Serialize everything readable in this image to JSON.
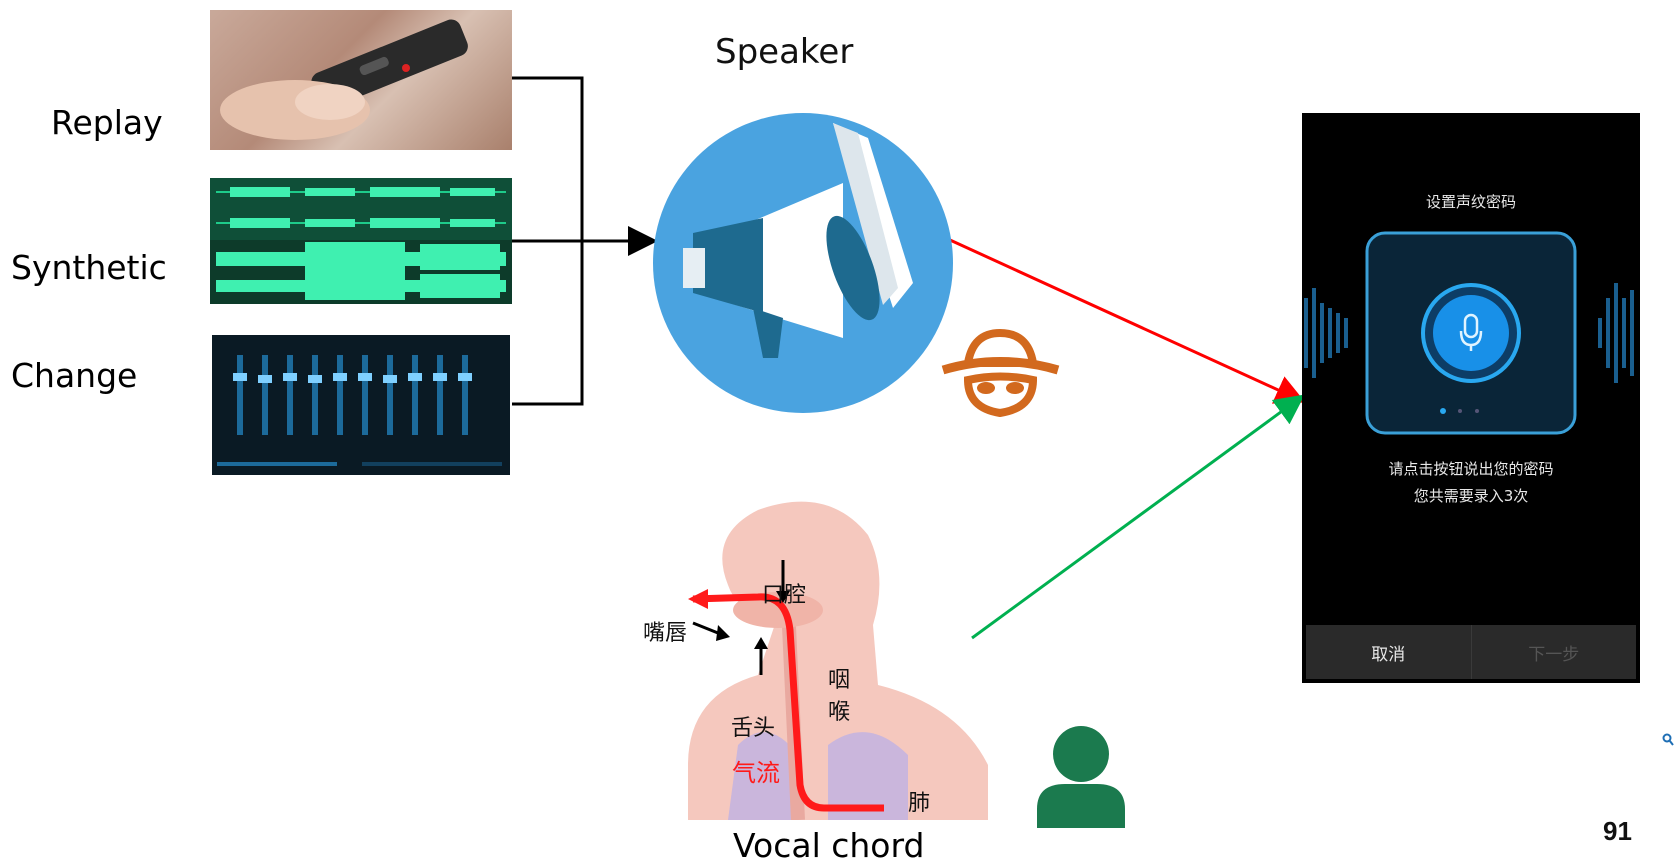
{
  "labels": {
    "replay": "Replay",
    "synthetic": "Synthetic",
    "change": "Change",
    "speaker": "Speaker",
    "vocal_chord": "Vocal chord",
    "page_number": "91"
  },
  "phone": {
    "title": "设置声纹密码",
    "instruction_line1": "请点击按钮说出您的密码",
    "instruction_line2": "您共需要录入3次",
    "cancel_button": "取消",
    "next_button": "下一步"
  },
  "anatomy": {
    "lips": "嘴唇",
    "mouth": "口腔",
    "tongue": "舌头",
    "throat_1": "咽",
    "throat_2": "喉",
    "airflow": "气流",
    "lungs": "肺"
  },
  "colors": {
    "speaker_circle": "#4aa3e0",
    "attacker": "#d2691e",
    "user": "#1b7a4e",
    "attack_arrow": "#ff0000",
    "genuine_arrow": "#00b050",
    "airflow": "#ff1a1a"
  },
  "icons": [
    "voice-recorder-photo",
    "waveform-icon",
    "equalizer-icon",
    "megaphone-icon",
    "spy-icon",
    "user-icon",
    "microphone-icon",
    "search-icon"
  ]
}
